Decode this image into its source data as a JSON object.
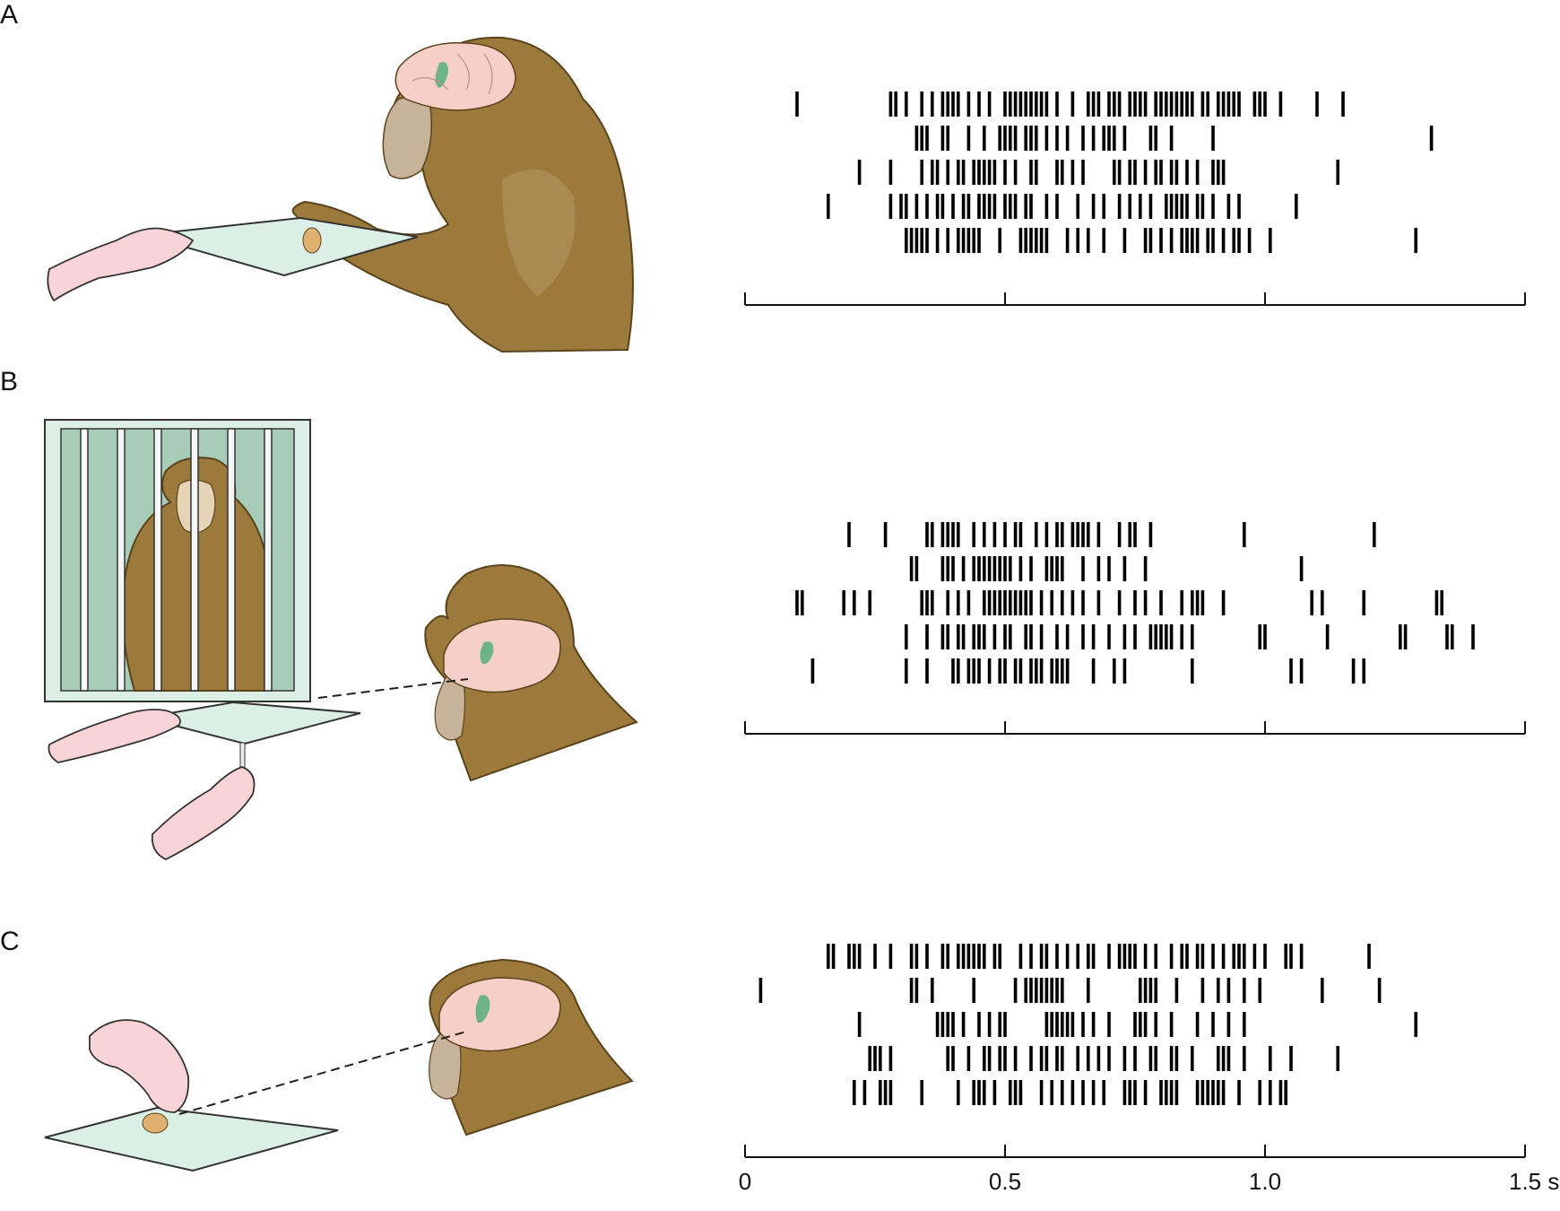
{
  "panels": [
    {
      "label": "A"
    },
    {
      "label": "B"
    },
    {
      "label": "C"
    }
  ],
  "axis": {
    "tick_values": [
      0,
      0.5,
      1.0,
      1.5
    ],
    "tick_labels": [
      "0",
      "0.5",
      "1.0",
      "1.5 s"
    ],
    "range": [
      0,
      1.5
    ]
  },
  "colors": {
    "fur": "#9c7a3c",
    "fur_dark": "#6e5424",
    "brain": "#f6cfc8",
    "brain_region": "#6db38a",
    "skin": "#f8d4d6",
    "glass": "#dcefe6",
    "cage_bg": "#a7cdb9",
    "spike": "#000000"
  },
  "chart_data": [
    {
      "type": "raster",
      "title": "",
      "xlim": [
        0,
        1.5
      ],
      "trials": [
        [
          0.1,
          0.28,
          0.29,
          0.31,
          0.34,
          0.36,
          0.38,
          0.39,
          0.4,
          0.41,
          0.43,
          0.45,
          0.47,
          0.5,
          0.51,
          0.52,
          0.53,
          0.54,
          0.55,
          0.56,
          0.57,
          0.58,
          0.6,
          0.63,
          0.66,
          0.67,
          0.68,
          0.7,
          0.71,
          0.72,
          0.74,
          0.75,
          0.76,
          0.77,
          0.79,
          0.8,
          0.81,
          0.82,
          0.83,
          0.84,
          0.85,
          0.86,
          0.88,
          0.89,
          0.91,
          0.92,
          0.93,
          0.94,
          0.95,
          0.98,
          0.99,
          1.0,
          1.03,
          1.1,
          1.15
        ],
        [
          0.33,
          0.34,
          0.35,
          0.38,
          0.39,
          0.43,
          0.46,
          0.49,
          0.5,
          0.51,
          0.52,
          0.54,
          0.55,
          0.56,
          0.58,
          0.6,
          0.62,
          0.65,
          0.67,
          0.69,
          0.7,
          0.71,
          0.73,
          0.78,
          0.79,
          0.82,
          0.9,
          1.32
        ],
        [
          0.22,
          0.28,
          0.34,
          0.36,
          0.37,
          0.39,
          0.41,
          0.42,
          0.44,
          0.45,
          0.46,
          0.47,
          0.48,
          0.5,
          0.52,
          0.55,
          0.56,
          0.6,
          0.61,
          0.63,
          0.65,
          0.71,
          0.72,
          0.74,
          0.75,
          0.77,
          0.79,
          0.8,
          0.82,
          0.83,
          0.85,
          0.87,
          0.9,
          0.91,
          0.92,
          1.14
        ],
        [
          0.16,
          0.28,
          0.3,
          0.31,
          0.33,
          0.35,
          0.37,
          0.38,
          0.4,
          0.42,
          0.43,
          0.45,
          0.46,
          0.47,
          0.48,
          0.5,
          0.51,
          0.52,
          0.54,
          0.55,
          0.58,
          0.6,
          0.64,
          0.67,
          0.69,
          0.72,
          0.74,
          0.76,
          0.78,
          0.81,
          0.82,
          0.83,
          0.84,
          0.85,
          0.87,
          0.88,
          0.9,
          0.93,
          0.95,
          1.06
        ],
        [
          0.31,
          0.32,
          0.33,
          0.34,
          0.35,
          0.37,
          0.39,
          0.41,
          0.42,
          0.43,
          0.44,
          0.45,
          0.49,
          0.53,
          0.54,
          0.55,
          0.56,
          0.57,
          0.58,
          0.62,
          0.64,
          0.66,
          0.69,
          0.73,
          0.77,
          0.78,
          0.8,
          0.82,
          0.84,
          0.85,
          0.86,
          0.87,
          0.89,
          0.9,
          0.92,
          0.94,
          0.95,
          0.97,
          1.01,
          1.29
        ]
      ]
    },
    {
      "type": "raster",
      "title": "",
      "xlim": [
        0,
        1.5
      ],
      "trials": [
        [
          0.2,
          0.27,
          0.35,
          0.36,
          0.38,
          0.39,
          0.4,
          0.41,
          0.44,
          0.46,
          0.48,
          0.5,
          0.52,
          0.53,
          0.56,
          0.58,
          0.6,
          0.61,
          0.63,
          0.64,
          0.65,
          0.66,
          0.68,
          0.72,
          0.74,
          0.75,
          0.78,
          0.96,
          1.21
        ],
        [
          0.32,
          0.33,
          0.38,
          0.39,
          0.4,
          0.42,
          0.44,
          0.45,
          0.46,
          0.47,
          0.48,
          0.49,
          0.5,
          0.51,
          0.53,
          0.55,
          0.58,
          0.59,
          0.6,
          0.61,
          0.65,
          0.68,
          0.7,
          0.73,
          0.77,
          1.07
        ],
        [
          0.1,
          0.11,
          0.19,
          0.21,
          0.24,
          0.34,
          0.35,
          0.36,
          0.39,
          0.41,
          0.43,
          0.46,
          0.47,
          0.48,
          0.49,
          0.5,
          0.51,
          0.52,
          0.53,
          0.54,
          0.55,
          0.57,
          0.59,
          0.61,
          0.63,
          0.65,
          0.68,
          0.72,
          0.75,
          0.77,
          0.8,
          0.84,
          0.86,
          0.87,
          0.88,
          0.92,
          1.09,
          1.11,
          1.19,
          1.33,
          1.34
        ],
        [
          0.31,
          0.35,
          0.38,
          0.39,
          0.41,
          0.42,
          0.44,
          0.45,
          0.46,
          0.48,
          0.5,
          0.51,
          0.54,
          0.55,
          0.57,
          0.6,
          0.62,
          0.65,
          0.67,
          0.7,
          0.73,
          0.75,
          0.78,
          0.79,
          0.8,
          0.81,
          0.82,
          0.84,
          0.86,
          0.99,
          1.0,
          1.12,
          1.26,
          1.27,
          1.35,
          1.36,
          1.4
        ],
        [
          0.13,
          0.31,
          0.35,
          0.4,
          0.41,
          0.43,
          0.44,
          0.45,
          0.47,
          0.49,
          0.5,
          0.52,
          0.53,
          0.55,
          0.56,
          0.57,
          0.59,
          0.6,
          0.61,
          0.62,
          0.67,
          0.71,
          0.73,
          0.86,
          1.05,
          1.07,
          1.17,
          1.19
        ]
      ]
    },
    {
      "type": "raster",
      "title": "",
      "xlim": [
        0,
        1.5
      ],
      "trials": [
        [
          0.16,
          0.17,
          0.2,
          0.21,
          0.22,
          0.25,
          0.28,
          0.32,
          0.33,
          0.35,
          0.38,
          0.39,
          0.41,
          0.42,
          0.43,
          0.44,
          0.45,
          0.46,
          0.48,
          0.49,
          0.53,
          0.55,
          0.57,
          0.58,
          0.6,
          0.62,
          0.64,
          0.66,
          0.67,
          0.7,
          0.72,
          0.73,
          0.74,
          0.75,
          0.77,
          0.79,
          0.82,
          0.84,
          0.85,
          0.87,
          0.88,
          0.9,
          0.92,
          0.94,
          0.95,
          0.96,
          0.98,
          1.0,
          1.04,
          1.05,
          1.07,
          1.2
        ],
        [
          0.03,
          0.32,
          0.33,
          0.36,
          0.44,
          0.52,
          0.54,
          0.55,
          0.56,
          0.57,
          0.58,
          0.59,
          0.6,
          0.61,
          0.66,
          0.76,
          0.77,
          0.78,
          0.79,
          0.83,
          0.88,
          0.91,
          0.93,
          0.96,
          0.99,
          1.11,
          1.22
        ],
        [
          0.22,
          0.37,
          0.38,
          0.39,
          0.4,
          0.42,
          0.45,
          0.47,
          0.49,
          0.5,
          0.58,
          0.59,
          0.6,
          0.61,
          0.62,
          0.63,
          0.65,
          0.67,
          0.7,
          0.75,
          0.76,
          0.77,
          0.79,
          0.82,
          0.87,
          0.9,
          0.93,
          0.96,
          1.29
        ],
        [
          0.24,
          0.25,
          0.26,
          0.28,
          0.39,
          0.4,
          0.43,
          0.46,
          0.47,
          0.49,
          0.5,
          0.52,
          0.55,
          0.57,
          0.58,
          0.6,
          0.61,
          0.64,
          0.66,
          0.68,
          0.7,
          0.73,
          0.75,
          0.78,
          0.79,
          0.82,
          0.83,
          0.86,
          0.91,
          0.92,
          0.93,
          0.96,
          1.01,
          1.05,
          1.14
        ],
        [
          0.21,
          0.23,
          0.26,
          0.27,
          0.28,
          0.34,
          0.41,
          0.44,
          0.45,
          0.46,
          0.48,
          0.51,
          0.52,
          0.53,
          0.57,
          0.59,
          0.61,
          0.63,
          0.65,
          0.67,
          0.69,
          0.73,
          0.74,
          0.75,
          0.77,
          0.8,
          0.81,
          0.82,
          0.83,
          0.87,
          0.88,
          0.89,
          0.9,
          0.91,
          0.92,
          0.95,
          0.99,
          1.01,
          1.03,
          1.04
        ]
      ]
    }
  ]
}
